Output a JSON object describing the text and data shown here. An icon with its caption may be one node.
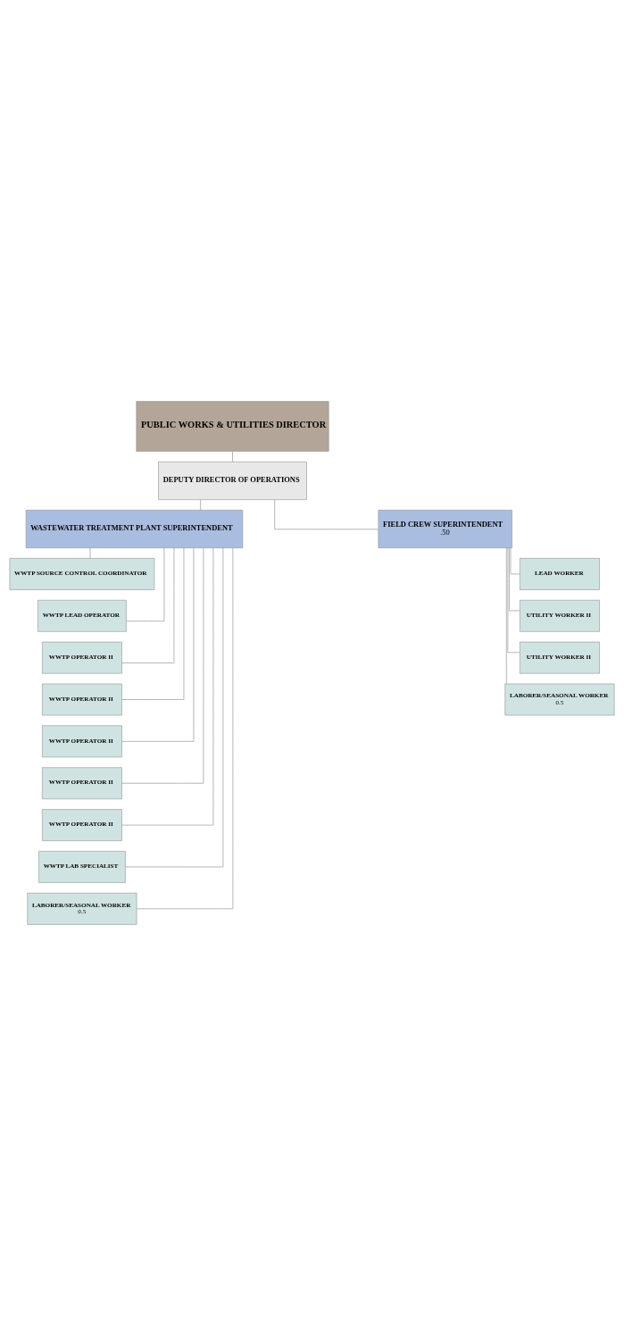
{
  "diagram": {
    "nodes": [
      {
        "text": [
          "PUBLIC WORKS & UTILITIES DIRECTOR"
        ]
      },
      {
        "text": [
          "DEPUTY DIRECTOR OF OPERATIONS"
        ]
      },
      {
        "text": [
          "WASTEWATER TREATMENT PLANT SUPERINTENDENT"
        ]
      },
      {
        "text": [
          "FIELD CREW SUPERINTENDENT",
          ".50"
        ]
      },
      {
        "text": [
          "WWTP SOURCE CONTROL COORDINATOR"
        ]
      },
      {
        "text": [
          "WWTP LEAD OPERATOR"
        ]
      },
      {
        "text": [
          "WWTP OPERATOR II"
        ]
      },
      {
        "text": [
          "WWTP OPERATOR II"
        ]
      },
      {
        "text": [
          "WWTP OPERATOR II"
        ]
      },
      {
        "text": [
          "WWTP OPERATOR II"
        ]
      },
      {
        "text": [
          "WWTP OPERATOR II"
        ]
      },
      {
        "text": [
          "WWTP LAB SPECIALIST"
        ]
      },
      {
        "text": [
          "LABORER/SEASONAL WORKER",
          "0.5"
        ]
      },
      {
        "text": [
          "LEAD WORKER"
        ]
      },
      {
        "text": [
          "UTILITY WORKER II"
        ]
      },
      {
        "text": [
          "UTILITY WORKER II"
        ]
      },
      {
        "text": [
          "LABORER/SEASONAL WORKER",
          "0.5"
        ]
      }
    ],
    "edges": [
      {
        "from": 0,
        "to": 1,
        "arrow": "none"
      },
      {
        "from": 1,
        "to": 2,
        "arrow": "none"
      },
      {
        "from": 1,
        "to": 3,
        "arrow": "none"
      },
      {
        "from": 2,
        "to": 4,
        "arrow": "none"
      },
      {
        "from": 2,
        "to": 5,
        "arrow": "none"
      },
      {
        "from": 2,
        "to": 6,
        "arrow": "none"
      },
      {
        "from": 2,
        "to": 7,
        "arrow": "none"
      },
      {
        "from": 2,
        "to": 8,
        "arrow": "none"
      },
      {
        "from": 2,
        "to": 9,
        "arrow": "none"
      },
      {
        "from": 2,
        "to": 10,
        "arrow": "none"
      },
      {
        "from": 2,
        "to": 11,
        "arrow": "none"
      },
      {
        "from": 2,
        "to": 12,
        "arrow": "none"
      },
      {
        "from": 3,
        "to": 13,
        "arrow": "none"
      },
      {
        "from": 3,
        "to": 14,
        "arrow": "none"
      },
      {
        "from": 3,
        "to": 15,
        "arrow": "none"
      },
      {
        "from": 3,
        "to": 16,
        "arrow": "none"
      }
    ]
  }
}
